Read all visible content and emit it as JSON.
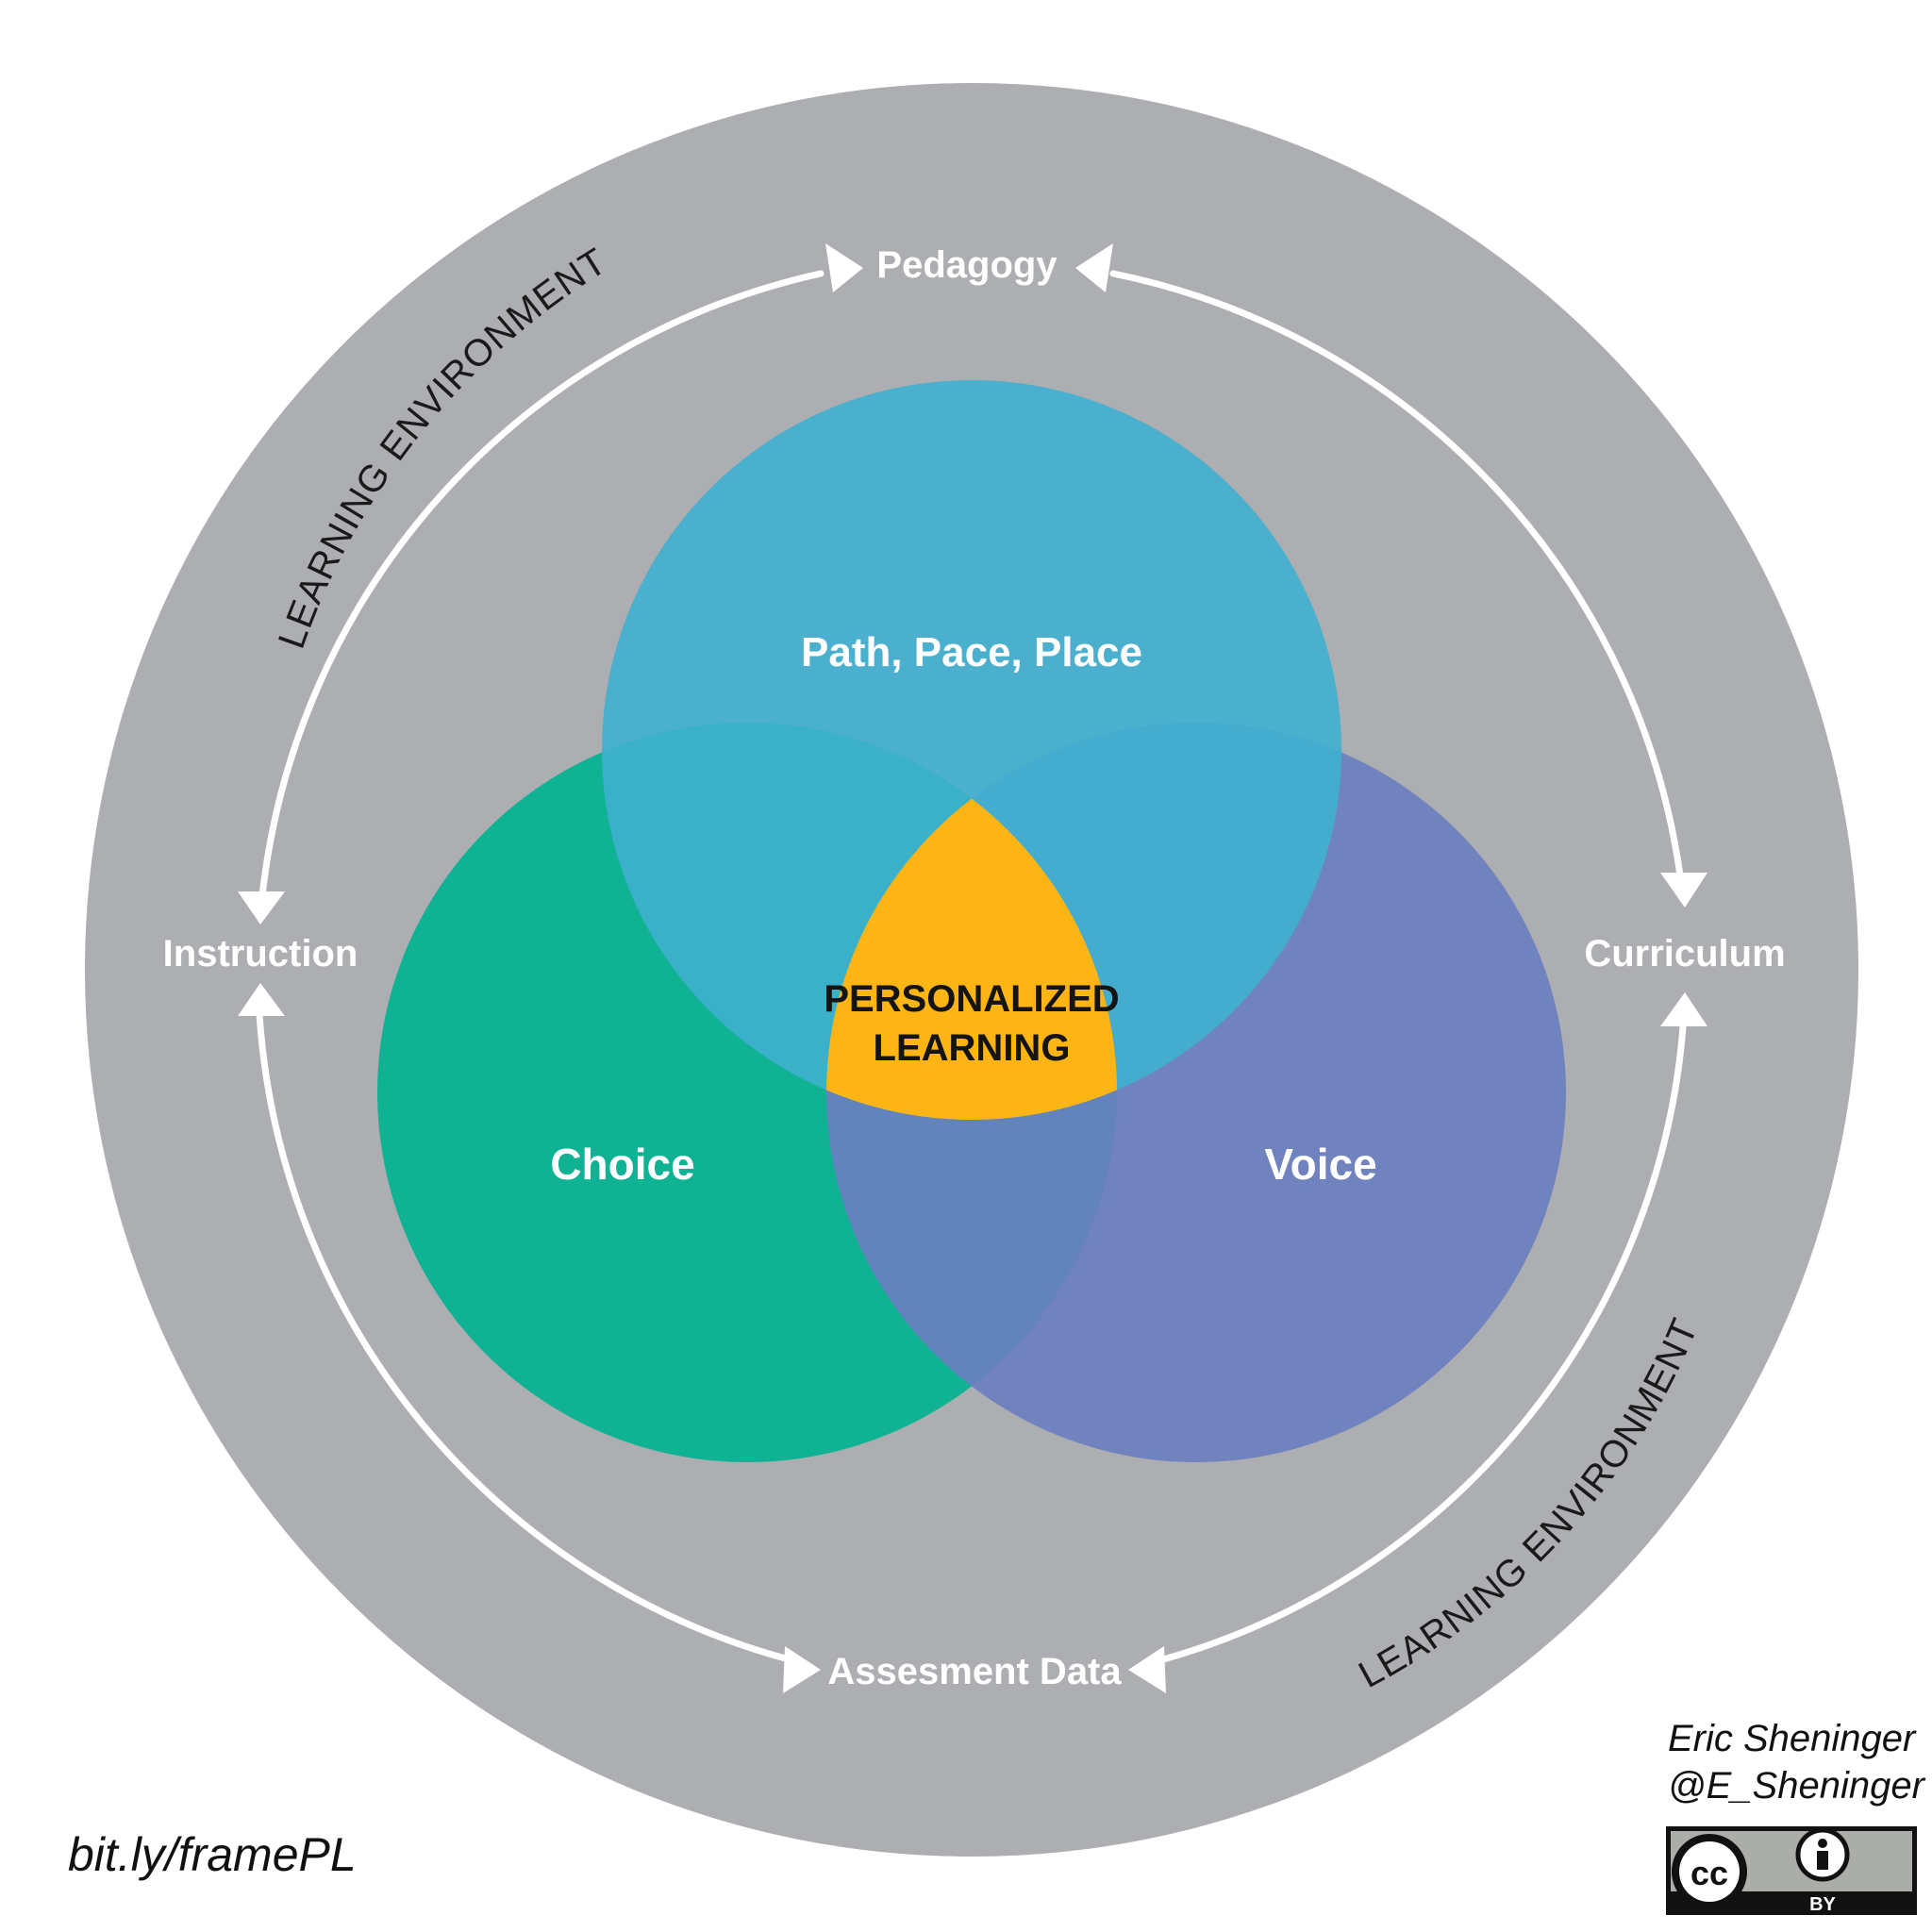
{
  "diagram": {
    "center_label": [
      "PERSONALIZED",
      "LEARNING"
    ],
    "circles": [
      {
        "label": "Path, Pace, Place",
        "color": "#3FB0CF"
      },
      {
        "label": "Choice",
        "color": "#0FB393"
      },
      {
        "label": "Voice",
        "color": "#6A7FBF"
      }
    ],
    "center_color": "#FDB515",
    "outer_ring_color": "#ADAEB2",
    "arrow_color": "#FFFFFF",
    "cycle_nodes": {
      "top": "Pedagogy",
      "right": "Curriculum",
      "bottom": "Assesment Data",
      "left": "Instruction"
    },
    "ring_labels": [
      "LEARNING ENVIRONMENT",
      "LEARNING ENVIRONMENT"
    ]
  },
  "footer": {
    "url": "bit.ly/framePL",
    "author_name": "Eric Sheninger",
    "author_handle": "@E_Sheninger",
    "license_badge": {
      "icon": "cc-icon",
      "person_icon": "attribution-icon",
      "label": "BY"
    }
  }
}
